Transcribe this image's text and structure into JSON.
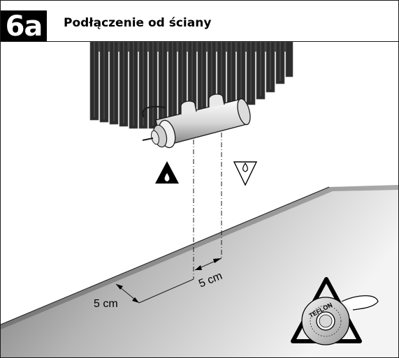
{
  "step": {
    "number": "6a",
    "title": "Podłączenie od ściany"
  },
  "dimensions": {
    "left_offset": "5 cm",
    "pipe_spacing": "5 cm"
  },
  "seal_tape": {
    "brand": "TEFLON"
  },
  "icons": [
    "supply-arrow-icon",
    "return-arrow-icon",
    "warning-triangle-icon"
  ]
}
